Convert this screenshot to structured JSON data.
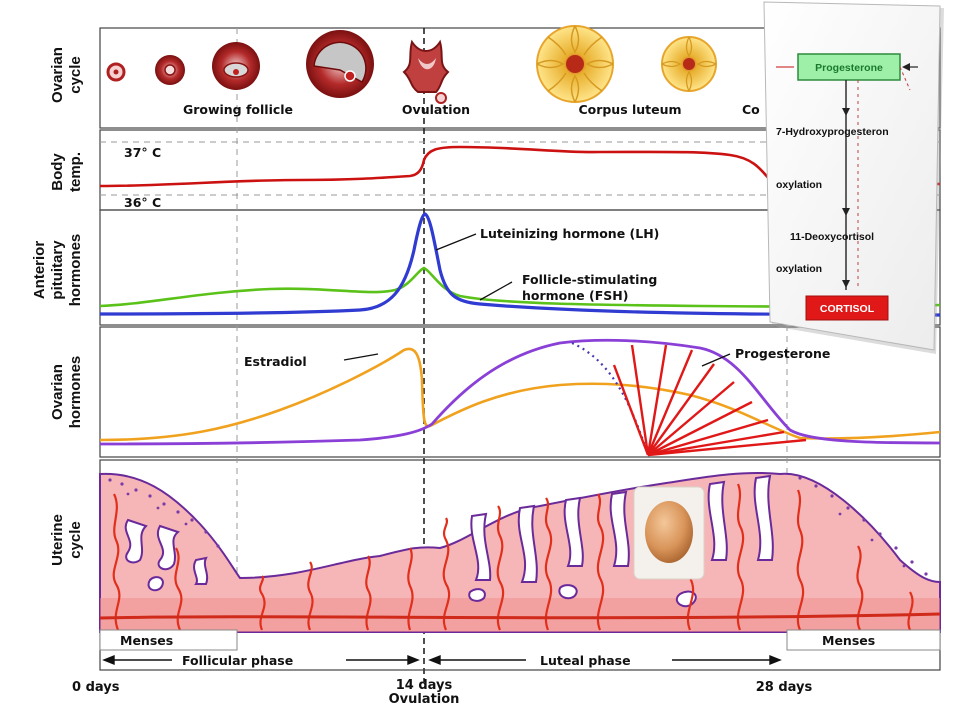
{
  "rows": {
    "ovarian_cycle": [
      "Ovarian",
      "cycle"
    ],
    "body_temp": [
      "Body",
      "temp."
    ],
    "anterior_pituitary": [
      "Anterior",
      "pituitary",
      "hormones"
    ],
    "ovarian_hormones": [
      "Ovarian",
      "hormones"
    ],
    "uterine_cycle": [
      "Uterine",
      "cycle"
    ]
  },
  "ovarian_labels": {
    "growing_follicle": "Growing follicle",
    "ovulation": "Ovulation",
    "corpus_luteum": "Corpus luteum",
    "cut_label": "Co"
  },
  "temperature": {
    "high": "37° C",
    "low": "36° C"
  },
  "pituitary": {
    "lh": "Luteinizing hormone (LH)",
    "fsh_line1": "Follicle-stimulating",
    "fsh_line2": "hormone (FSH)"
  },
  "ovarian_hormone_labels": {
    "estradiol": "Estradiol",
    "progesterone": "Progesterone"
  },
  "uterine": {
    "menses_left": "Menses",
    "menses_right": "Menses",
    "follicular_phase": "Follicular phase",
    "luteal_phase": "Luteal phase"
  },
  "days": {
    "d0": "0 days",
    "d14": "14 days",
    "ovulation": "Ovulation",
    "d28": "28 days"
  },
  "inset": {
    "progesterone": "Progesterone",
    "hydroxy": "7-Hydroxyprogesteron",
    "oxylation1": "oxylation",
    "deoxycortisol": "11-Deoxycortisol",
    "oxylation2": "oxylation",
    "cortisol": "CORTISOL"
  },
  "colors": {
    "lh": "#2f3bd1",
    "fsh": "#5bc21a",
    "estradiol": "#f0a21e",
    "progesterone": "#8a3fd6",
    "temperature": "#cc1111",
    "endometrium": "#f6b6b8",
    "vessel": "#e0301c",
    "inset_green": "#9ef0a8",
    "inset_red": "#e01818"
  }
}
